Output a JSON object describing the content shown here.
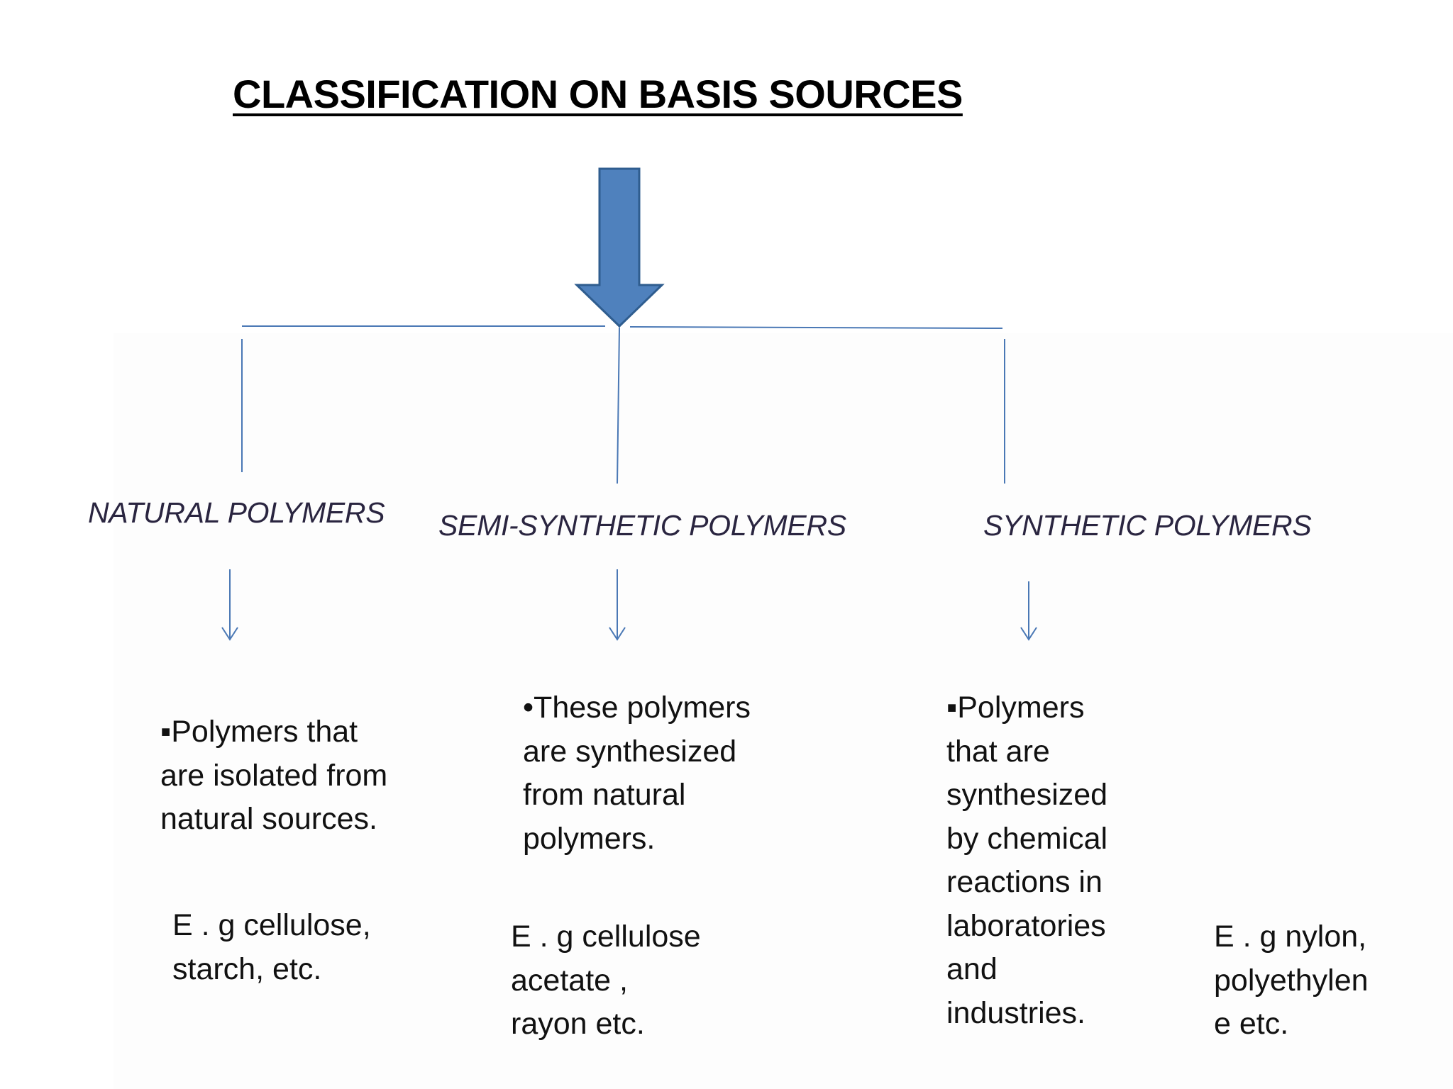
{
  "title": "CLASSIFICATION ON BASIS SOURCES",
  "colors": {
    "arrow_fill": "#4f81bd",
    "arrow_stroke": "#2f5d8f",
    "line": "#4a78b5",
    "text": "#111111"
  },
  "categories": [
    {
      "name": "NATURAL POLYMERS",
      "description": "▪Polymers that\nare isolated from\nnatural sources.",
      "example": "E . g cellulose,\nstarch, etc."
    },
    {
      "name": "SEMI-SYNTHETIC POLYMERS",
      "description": "•These polymers\nare synthesized\nfrom natural\npolymers.",
      "example": "E . g cellulose\nacetate ,\nrayon etc."
    },
    {
      "name": "SYNTHETIC POLYMERS",
      "description": "▪Polymers\nthat are\nsynthesized\nby chemical\nreactions in\nlaboratories\nand\nindustries.",
      "example": "E . g nylon,\npolyethylen\ne etc."
    }
  ]
}
